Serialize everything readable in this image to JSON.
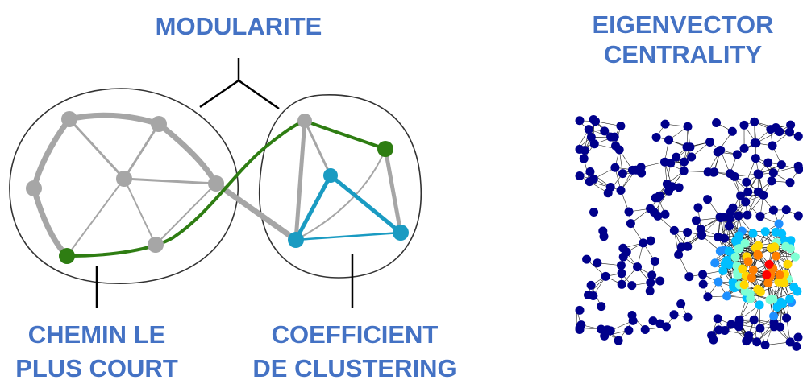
{
  "labels": {
    "modularity": "MODULARITE",
    "eigenvector_line1": "EIGENVECTOR",
    "eigenvector_line2": "CENTRALITY",
    "shortest_path_line1": "CHEMIN LE",
    "shortest_path_line2": "PLUS COURT",
    "clustering_line1": "COEFFICIENT",
    "clustering_line2": "DE CLUSTERING"
  },
  "colors": {
    "label": "#4472c4",
    "gray_node": "#a6a6a6",
    "green_path": "#2e7d12",
    "teal_triangle": "#1a9bc2",
    "network_node": "#00008b",
    "hub_colors": [
      "#ff0000",
      "#ff7f00",
      "#ffd700",
      "#7fffd4",
      "#00bfff",
      "#1e90ff"
    ]
  }
}
